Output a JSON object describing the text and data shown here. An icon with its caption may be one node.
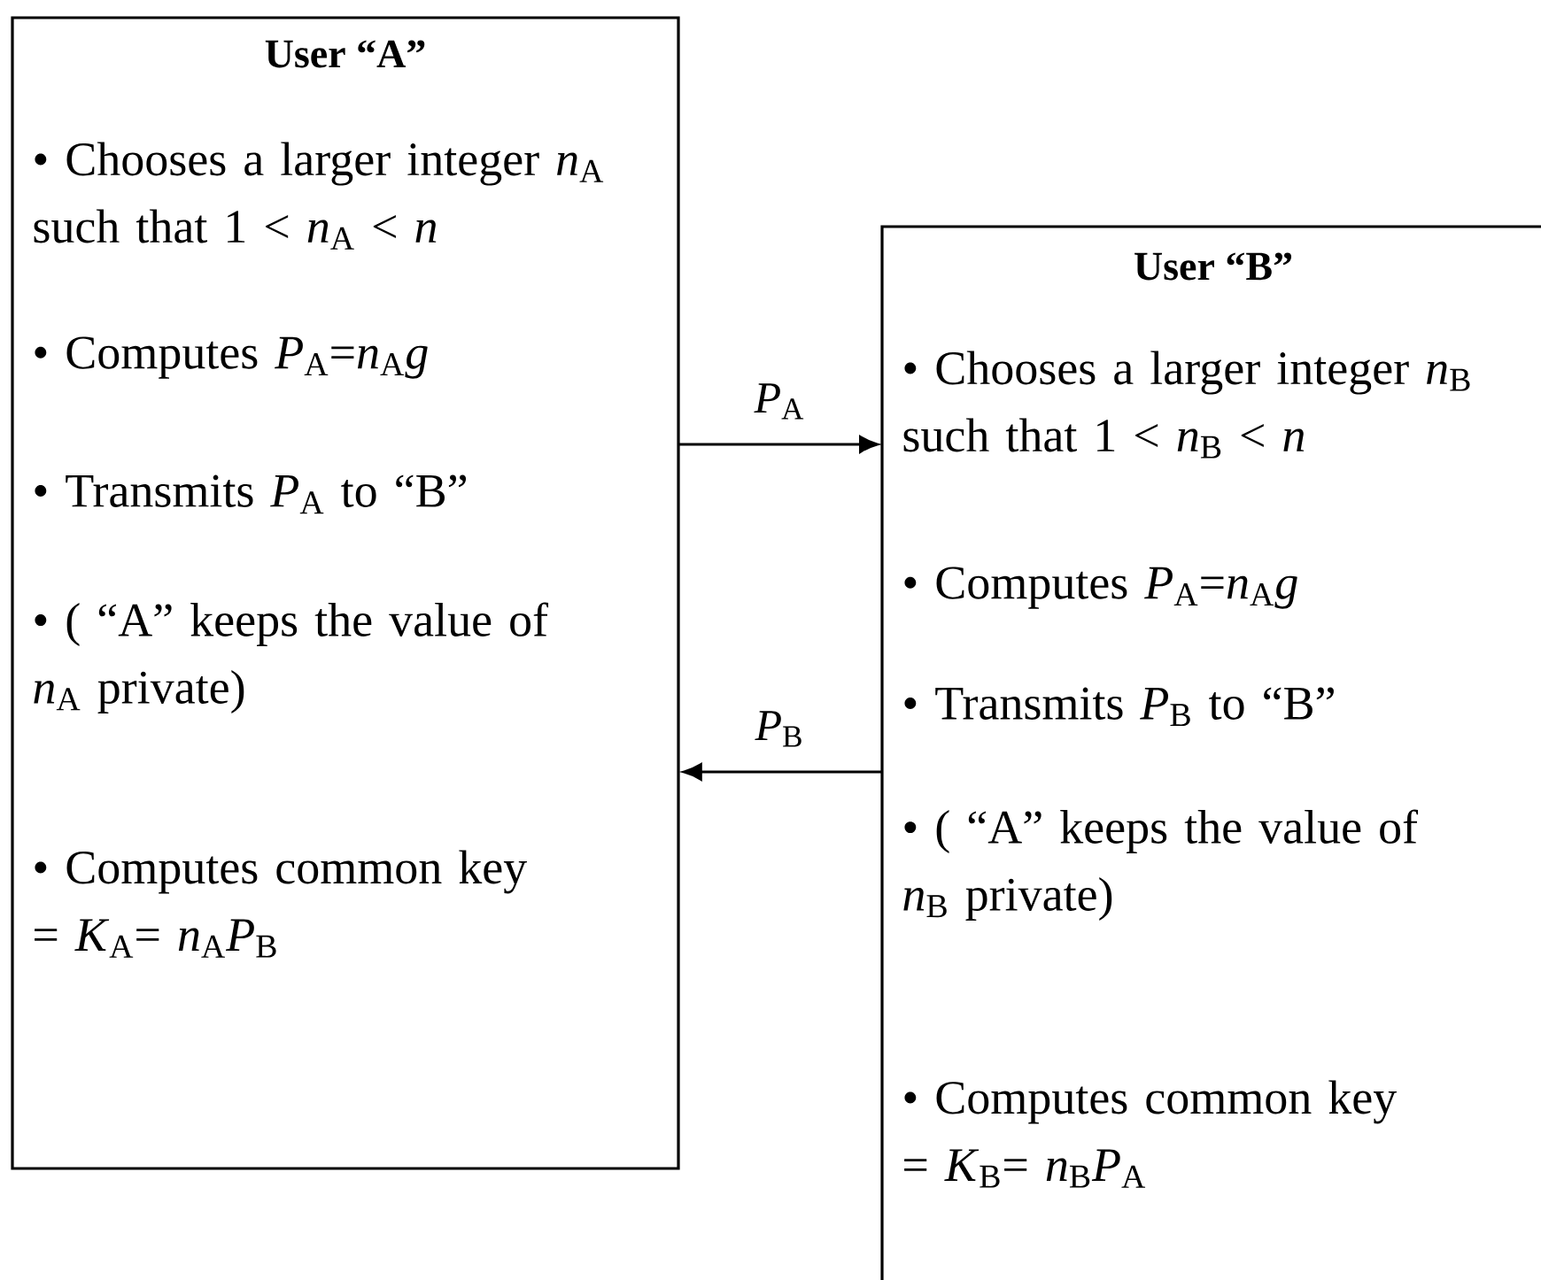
{
  "diagram": {
    "nodes": [
      {
        "text": [
          "User “A”",
          "• Chooses a larger integer *n*$_{A}$ such that 1 < *n*$_{A}$ < *n*",
          "• Computes *P*$_{A}$=*n*$_{A}$*g*",
          "• Transmits *P*$_{A}$ to “B”",
          "• ( “A” keeps the value of *n*$_{A}$ private)",
          "• Computes common key = *K*$_{A}$= *n*$_{A}$*P*$_{B}$"
        ]
      },
      {
        "text": [
          "User “B”",
          "• Chooses a larger integer *n*$_{B}$ such that 1 < *n*$_{B}$ < *n*",
          "• Computes *P*$_{A}$=*n*$_{A}$*g*",
          "• Transmits *P*$_{B}$ to “B”",
          "• ( “A” keeps the value of *n*$_{B}$ private)",
          "• Computes common key = *K*$_{B}$= *n*$_{B}$*P*$_{A}$"
        ]
      }
    ],
    "edges": [
      {
        "from": 0,
        "to": 1,
        "arrow": "to",
        "label": "*P*$_{A}$"
      },
      {
        "from": 1,
        "to": 0,
        "arrow": "to",
        "label": "*P*$_{B}$"
      }
    ]
  }
}
